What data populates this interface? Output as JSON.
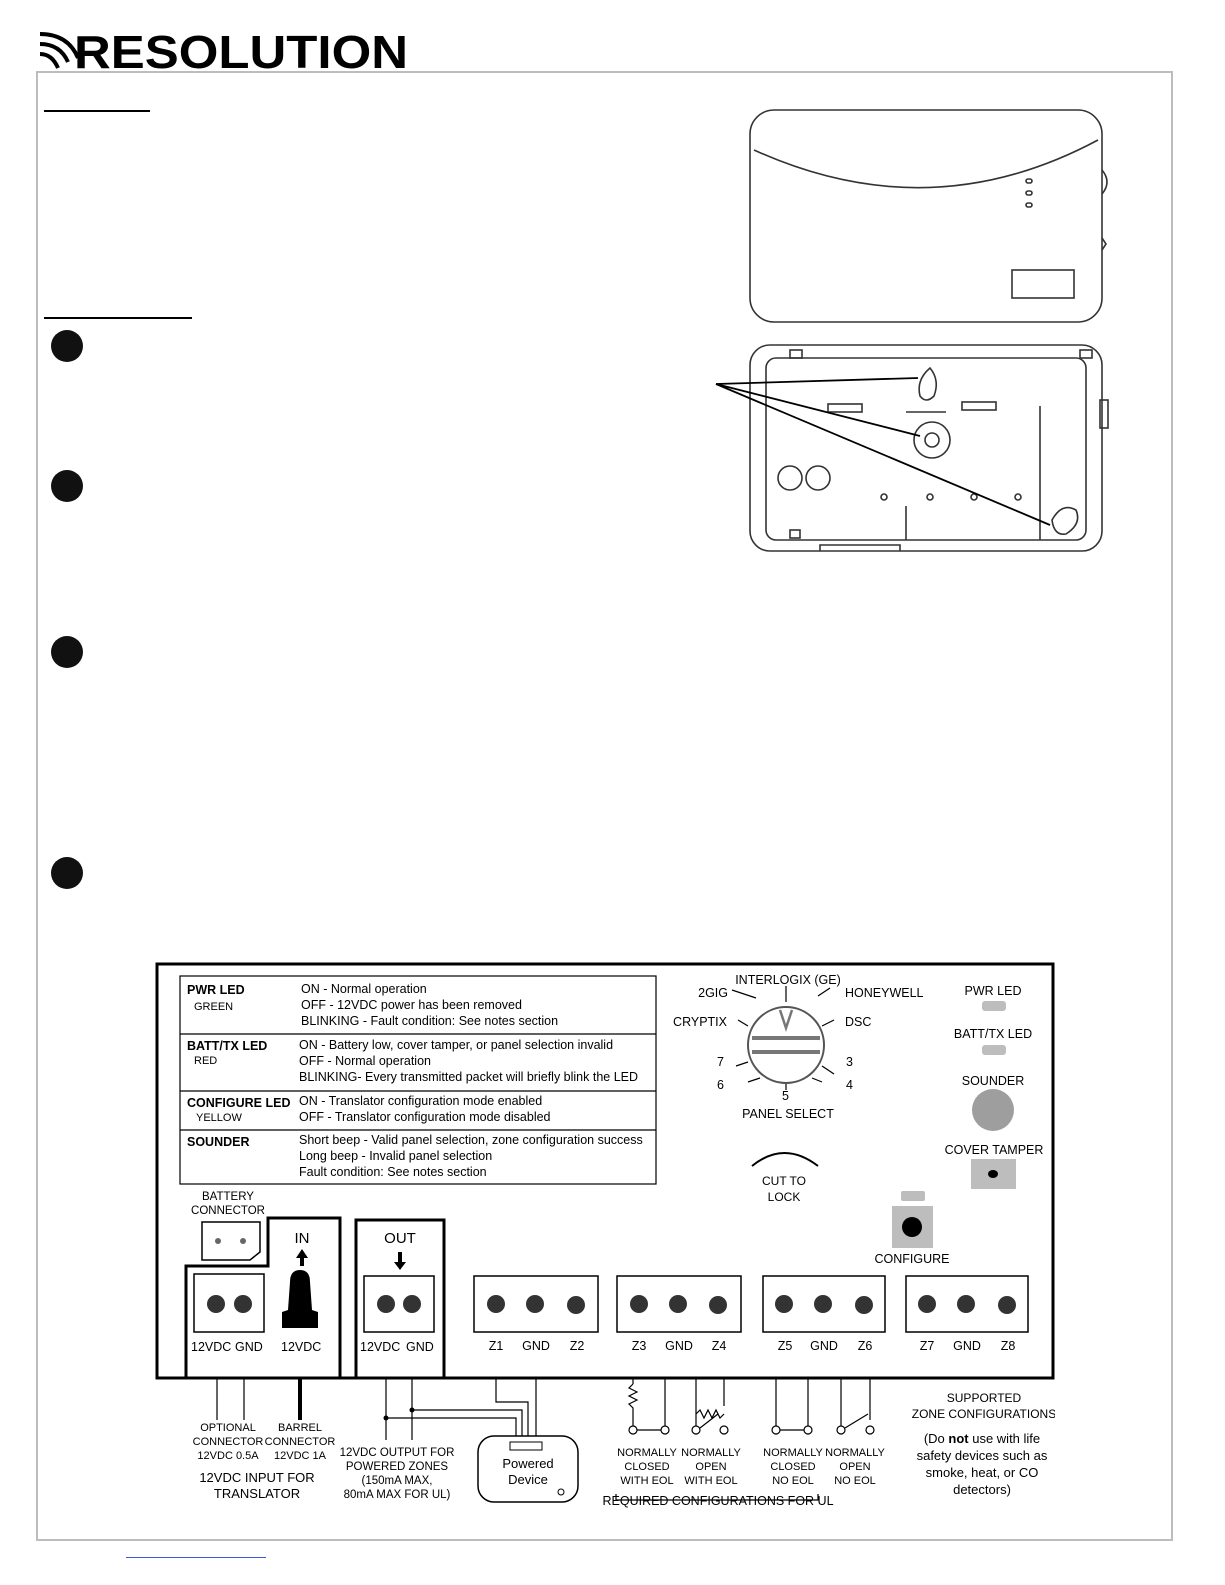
{
  "brand": "RESOLUTION",
  "legend": [
    {
      "name": "PWR LED",
      "color_label": "GREEN",
      "lines": [
        "ON - Normal operation",
        "OFF - 12VDC power has been removed",
        "BLINKING - Fault condition:  See notes section"
      ]
    },
    {
      "name": "BATT/TX LED",
      "color_label": "RED",
      "lines": [
        "ON - Battery low, cover tamper,  or panel selection invalid",
        "OFF - Normal operation",
        "BLINKING- Every transmitted packet will briefly blink the LED"
      ]
    },
    {
      "name": "CONFIGURE LED",
      "color_label": "YELLOW",
      "lines": [
        "ON - Translator configuration mode enabled",
        "OFF - Translator configuration mode disabled"
      ]
    },
    {
      "name": "SOUNDER",
      "color_label": "",
      "lines": [
        "Short beep - Valid panel selection, zone configuration success",
        "Long beep  - Invalid panel selection",
        "Fault condition: See notes section"
      ]
    }
  ],
  "dial": {
    "positions": [
      "INTERLOGIX (GE)",
      "HONEYWELL",
      "DSC",
      "3",
      "4",
      "5",
      "6",
      "7",
      "CRYPTIX",
      "2GIG"
    ],
    "label": "PANEL SELECT"
  },
  "cut_lock": "CUT TO\nLOCK",
  "indicators": {
    "pwr_led": "PWR LED",
    "batt_led": "BATT/TX LED",
    "sounder": "SOUNDER",
    "cover_tamper": "COVER TAMPER",
    "configure": "CONFIGURE"
  },
  "battery_connector": "BATTERY\nCONNECTOR",
  "input_section": {
    "title": "IN",
    "labels": [
      "12VDC",
      "GND",
      "12VDC"
    ]
  },
  "output_section": {
    "title": "OUT",
    "labels": [
      "12VDC",
      "GND"
    ]
  },
  "zone_terminals": [
    [
      "Z1",
      "GND",
      "Z2"
    ],
    [
      "Z3",
      "GND",
      "Z4"
    ],
    [
      "Z5",
      "GND",
      "Z6"
    ],
    [
      "Z7",
      "GND",
      "Z8"
    ]
  ],
  "below_board": {
    "optional_connector": "OPTIONAL\nCONNECTOR\n12VDC 0.5A",
    "barrel_connector": "BARREL\nCONNECTOR\n12VDC 1A",
    "input_caption": "12VDC INPUT FOR\nTRANSLATOR",
    "output_caption": "12VDC OUTPUT FOR\nPOWERED ZONES\n(150mA MAX,\n80mA MAX FOR UL)",
    "powered_device": "Powered\nDevice",
    "zone_configs": [
      "NORMALLY\nCLOSED\nWITH EOL",
      "NORMALLY\nOPEN\nWITH EOL",
      "NORMALLY\nCLOSED\nNO EOL",
      "NORMALLY\nOPEN\nNO EOL"
    ],
    "required_ul": "REQUIRED CONFIGURATIONS FOR UL",
    "supported": "SUPPORTED\nZONE  CONFIGURATIONS",
    "note_pre": "(Do ",
    "note_bold": "not",
    "note_post": " use with life\nsafety devices such as\nsmoke, heat, or CO\ndetectors)"
  }
}
